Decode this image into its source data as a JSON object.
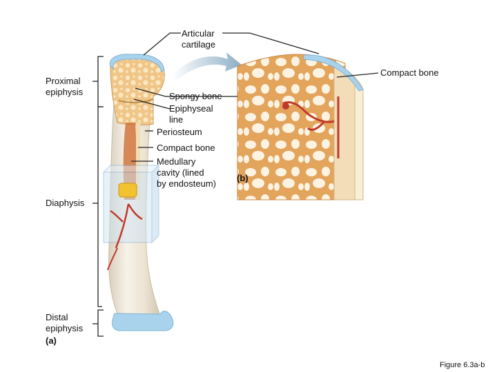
{
  "labels": {
    "articular_cartilage": "Articular\ncartilage",
    "compact_bone_b": "Compact bone",
    "proximal_epiphysis": "Proximal\nepiphysis",
    "spongy_bone": "Spongy bone",
    "epiphyseal_line": "Epiphyseal\nline",
    "periosteum": "Periosteum",
    "compact_bone_a": "Compact bone",
    "medullary_cavity": "Medullary\ncavity (lined\nby endosteum)",
    "panel_b": "(b)",
    "diaphysis": "Diaphysis",
    "distal_epiphysis": "Distal\nepiphysis",
    "panel_a": "(a)"
  },
  "caption": "Figure 6.3a-b",
  "colors": {
    "spongy": "#e9b877",
    "spongy_dark": "#c98a45",
    "compact": "#f3ddb8",
    "cartilage": "#a9d3ec",
    "shaft": "#eee6d6",
    "vessel": "#c0392b",
    "line": "#222222"
  }
}
